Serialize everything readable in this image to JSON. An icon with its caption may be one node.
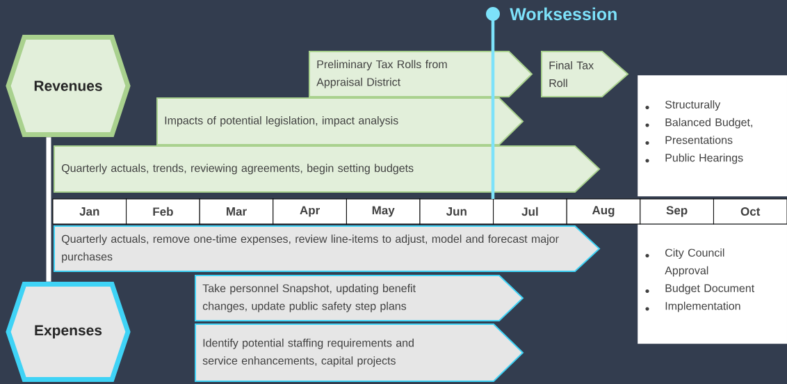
{
  "diagram": {
    "nodes": [
      {
        "text": [
          "Revenues"
        ]
      },
      {
        "text": [
          "Preliminary Tax Rolls from Appraisal District"
        ]
      },
      {
        "text": [
          "Final Tax Roll"
        ]
      },
      {
        "text": [
          "Impacts of potential legislation, impact analysis"
        ]
      },
      {
        "text": [
          "Quarterly actuals, trends, reviewing agreements, begin setting budgets"
        ]
      },
      {
        "text": [
          "Structurally",
          "Balanced Budget,",
          "Presentations",
          "Public Hearings"
        ]
      },
      {
        "text": [
          "Quarterly actuals, remove one-time expenses, review line-items to adjust, model and forecast major purchases"
        ]
      },
      {
        "text": [
          "City Council Approval",
          "Budget Document",
          "Implementation"
        ]
      },
      {
        "text": [
          "Take personnel Snapshot, updating benefit changes, update public safety step plans"
        ]
      },
      {
        "text": [
          "Identify potential staffing requirements and service enhancements, capital projects"
        ]
      },
      {
        "text": [
          "Expenses"
        ]
      }
    ],
    "edges": [
      {
        "from": 0,
        "to": 10,
        "arrow": "none"
      }
    ],
    "labels": [
      "Worksession",
      "Jan",
      "Feb",
      "Mar",
      "Apr",
      "May",
      "Jun",
      "Jul",
      "Aug",
      "Sep",
      "Oct"
    ]
  }
}
